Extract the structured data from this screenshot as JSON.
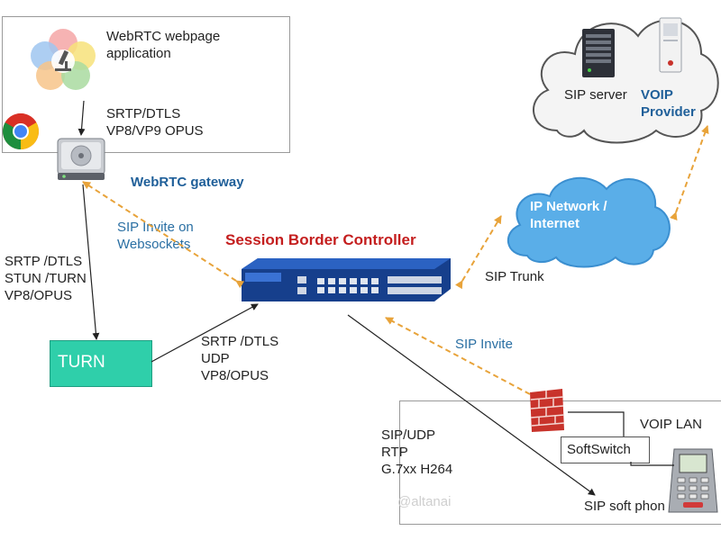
{
  "webrtc_app": {
    "title": "WebRTC webpage\napplication",
    "media": "SRTP/DTLS\nVP8/VP9 OPUS"
  },
  "webrtc_gateway": {
    "label": "WebRTC gateway"
  },
  "sbc": {
    "title": "Session Border Controller"
  },
  "voip_provider": {
    "sip_server": "SIP server",
    "provider": "VOIP\nProvider"
  },
  "ip_network": {
    "label": "IP Network /\nInternet"
  },
  "links": {
    "sip_invite_ws": "SIP Invite on\nWebsockets",
    "gateway_turn_media": "SRTP /DTLS\nSTUN /TURN\nVP8/OPUS",
    "turn_sbc_media": "SRTP /DTLS\nUDP\nVP8/OPUS",
    "sip_trunk": "SIP Trunk",
    "sip_invite": "SIP Invite",
    "sbc_phone_media": "SIP/UDP\nRTP\nG.7xx H264"
  },
  "turn": {
    "label": "TURN"
  },
  "voip_lan": {
    "title": "VOIP LAN",
    "softswitch": "SoftSwitch",
    "phone": "SIP soft phon",
    "watermark": "@altanai"
  },
  "colors": {
    "turn_fill": "#2fcfaa",
    "cloud_fill": "#5aaee8",
    "dashed_arrow": "#e8a33a",
    "sbc_blue": "#1c4a9c",
    "title_red": "#c41e1e",
    "title_blue": "#1f5f99"
  }
}
